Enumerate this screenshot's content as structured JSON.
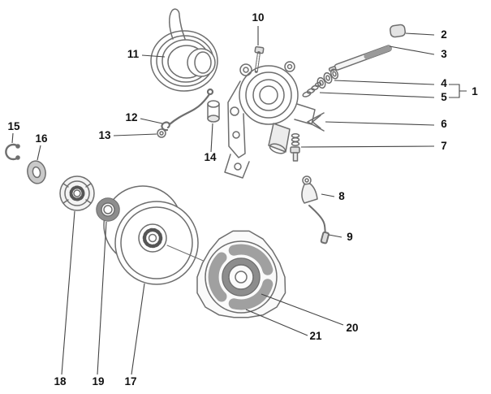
{
  "diagram": {
    "type": "exploded-parts-diagram",
    "background_color": "#ffffff",
    "line_color": "#6e6e6e",
    "leader_color": "#444444",
    "label_color": "#111111",
    "callouts": [
      {
        "label": "1"
      },
      {
        "label": "2"
      },
      {
        "label": "3"
      },
      {
        "label": "4"
      },
      {
        "label": "5"
      },
      {
        "label": "6"
      },
      {
        "label": "7"
      },
      {
        "label": "8"
      },
      {
        "label": "9"
      },
      {
        "label": "10"
      },
      {
        "label": "11"
      },
      {
        "label": "12"
      },
      {
        "label": "13"
      },
      {
        "label": "14"
      },
      {
        "label": "15"
      },
      {
        "label": "16"
      },
      {
        "label": "17"
      },
      {
        "label": "18"
      },
      {
        "label": "19"
      },
      {
        "label": "20"
      },
      {
        "label": "21"
      }
    ]
  }
}
